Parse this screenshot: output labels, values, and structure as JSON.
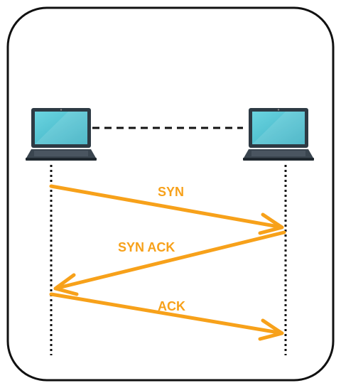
{
  "diagram": {
    "messages": [
      {
        "label": "SYN",
        "direction": "client-to-server"
      },
      {
        "label": "SYN ACK",
        "direction": "server-to-client"
      },
      {
        "label": "ACK",
        "direction": "client-to-server"
      }
    ]
  },
  "colors": {
    "arrow": "#F7A11A",
    "frame": "#111111",
    "lifeline": "#111111",
    "laptop_screen": "#4FC3D3",
    "laptop_body": "#2E3A44"
  }
}
